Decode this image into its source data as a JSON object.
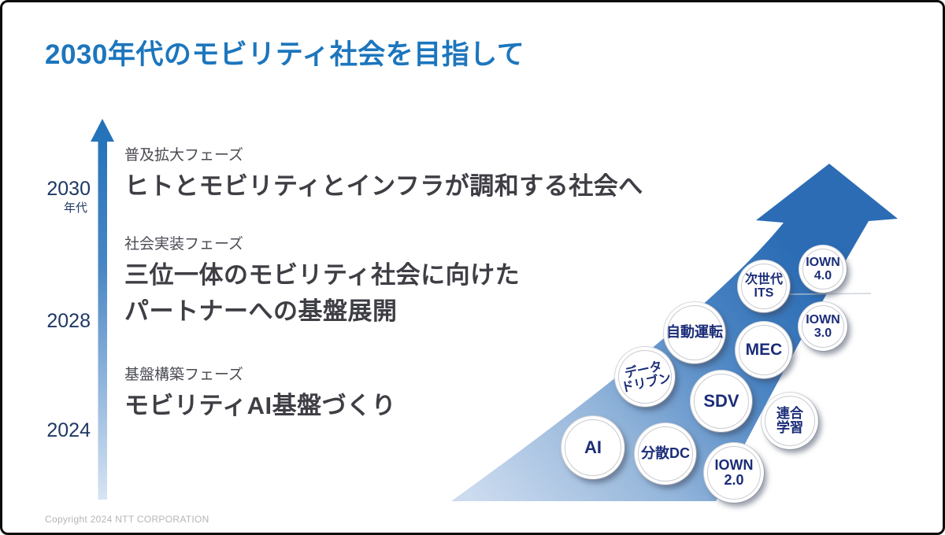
{
  "slide": {
    "title": "2030年代のモビリティ社会を目指して",
    "copyright": "Copyright 2024 NTT CORPORATION"
  },
  "timeline": {
    "years": [
      {
        "label": "2030",
        "sub": "年代"
      },
      {
        "label": "2028",
        "sub": ""
      },
      {
        "label": "2024",
        "sub": ""
      }
    ]
  },
  "phases": [
    {
      "label": "普及拡大フェーズ",
      "lines": [
        "ヒトとモビリティとインフラが調和する社会へ"
      ]
    },
    {
      "label": "社会実装フェーズ",
      "lines": [
        "三位一体のモビリティ社会に向けた",
        "パートナーへの基盤展開"
      ]
    },
    {
      "label": "基盤構築フェーズ",
      "lines": [
        "モビリティAI基盤づくり"
      ]
    }
  ],
  "badges": [
    {
      "name": "ai",
      "lines": [
        "AI"
      ]
    },
    {
      "name": "bunsan-dc",
      "lines": [
        "分散DC"
      ]
    },
    {
      "name": "iown-2-0",
      "lines": [
        "IOWN",
        "2.0"
      ]
    },
    {
      "name": "data-driven",
      "lines": [
        "データ",
        "ドリブン"
      ]
    },
    {
      "name": "sdv",
      "lines": [
        "SDV"
      ]
    },
    {
      "name": "rengo-gakushu",
      "lines": [
        "連合",
        "学習"
      ]
    },
    {
      "name": "jido-unten",
      "lines": [
        "自動運転"
      ]
    },
    {
      "name": "mec",
      "lines": [
        "MEC"
      ]
    },
    {
      "name": "iown-3-0",
      "lines": [
        "IOWN",
        "3.0"
      ]
    },
    {
      "name": "jisedai-its",
      "lines": [
        "次世代",
        "ITS"
      ]
    },
    {
      "name": "iown-4-0",
      "lines": [
        "IOWN",
        "4.0"
      ]
    }
  ],
  "colors": {
    "title_blue": "#1c76bd",
    "year_navy": "#1f3864",
    "headline_dark": "#3e3e45",
    "phase_label_gray": "#4a4b53",
    "badge_text_navy": "#1b2d78",
    "arrow_blue": "#2b6cb4",
    "arrow_light": "#ccdbef",
    "copyright_gray": "#b5b5b5"
  }
}
